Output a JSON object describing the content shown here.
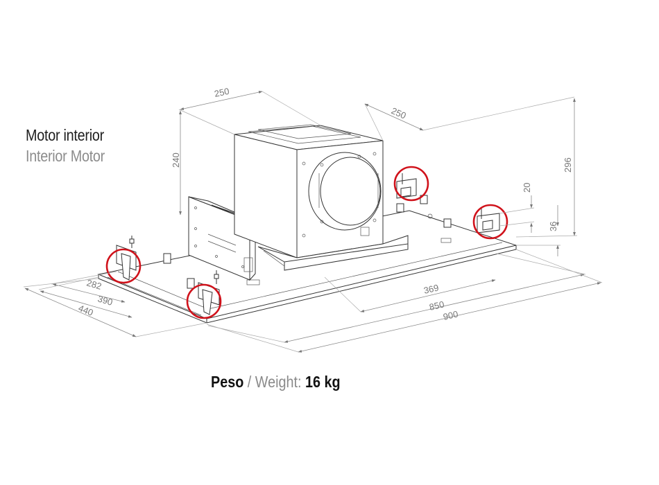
{
  "title": {
    "line1": "Motor interior",
    "line2": "Interior Motor"
  },
  "weight": {
    "label_es": "Peso",
    "separator": " / ",
    "label_en": "Weight: ",
    "value": "16 kg"
  },
  "dimensions": {
    "box_width": "250",
    "box_depth": "250",
    "box_height": "240",
    "total_height": "296",
    "bracket_height": "20",
    "base_height": "36",
    "d282": "282",
    "d390": "390",
    "d440": "440",
    "d369": "369",
    "d850": "850",
    "d900": "900"
  },
  "colors": {
    "highlight_circle": "#d0121b",
    "dimension_text": "#777777"
  }
}
